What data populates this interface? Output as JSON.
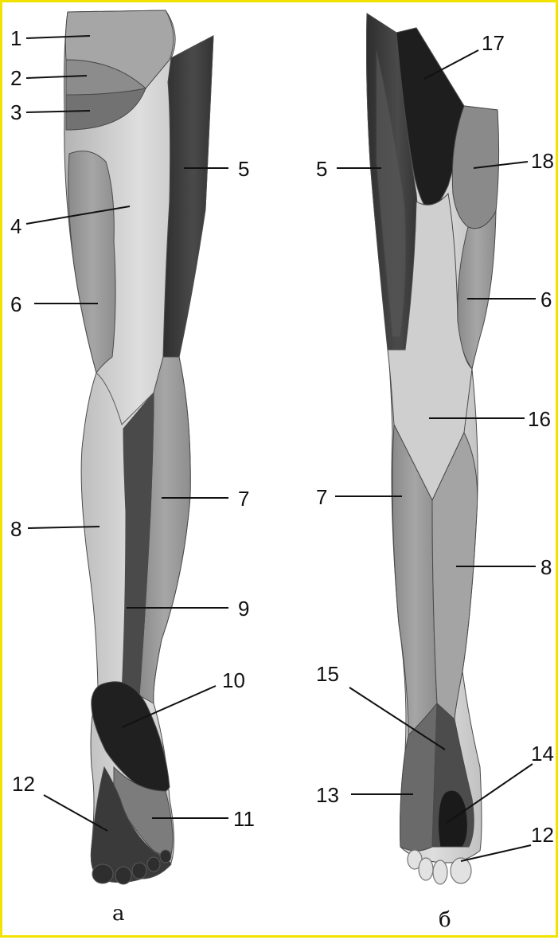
{
  "figure": {
    "panel_a": {
      "caption": "а",
      "labels": [
        "1",
        "2",
        "3",
        "4",
        "5",
        "6",
        "7",
        "8",
        "9",
        "10",
        "11",
        "12"
      ]
    },
    "panel_b": {
      "caption": "б",
      "labels": [
        "17",
        "5",
        "18",
        "6",
        "16",
        "7",
        "8",
        "15",
        "14",
        "13",
        "12"
      ]
    }
  },
  "colors": {
    "frame_border": "#f2e200",
    "light_zone": "#c9c9c9",
    "mid_zone": "#9a9a9a",
    "dark_zone": "#3a3a3a",
    "darkest_zone": "#1e1e1e"
  }
}
